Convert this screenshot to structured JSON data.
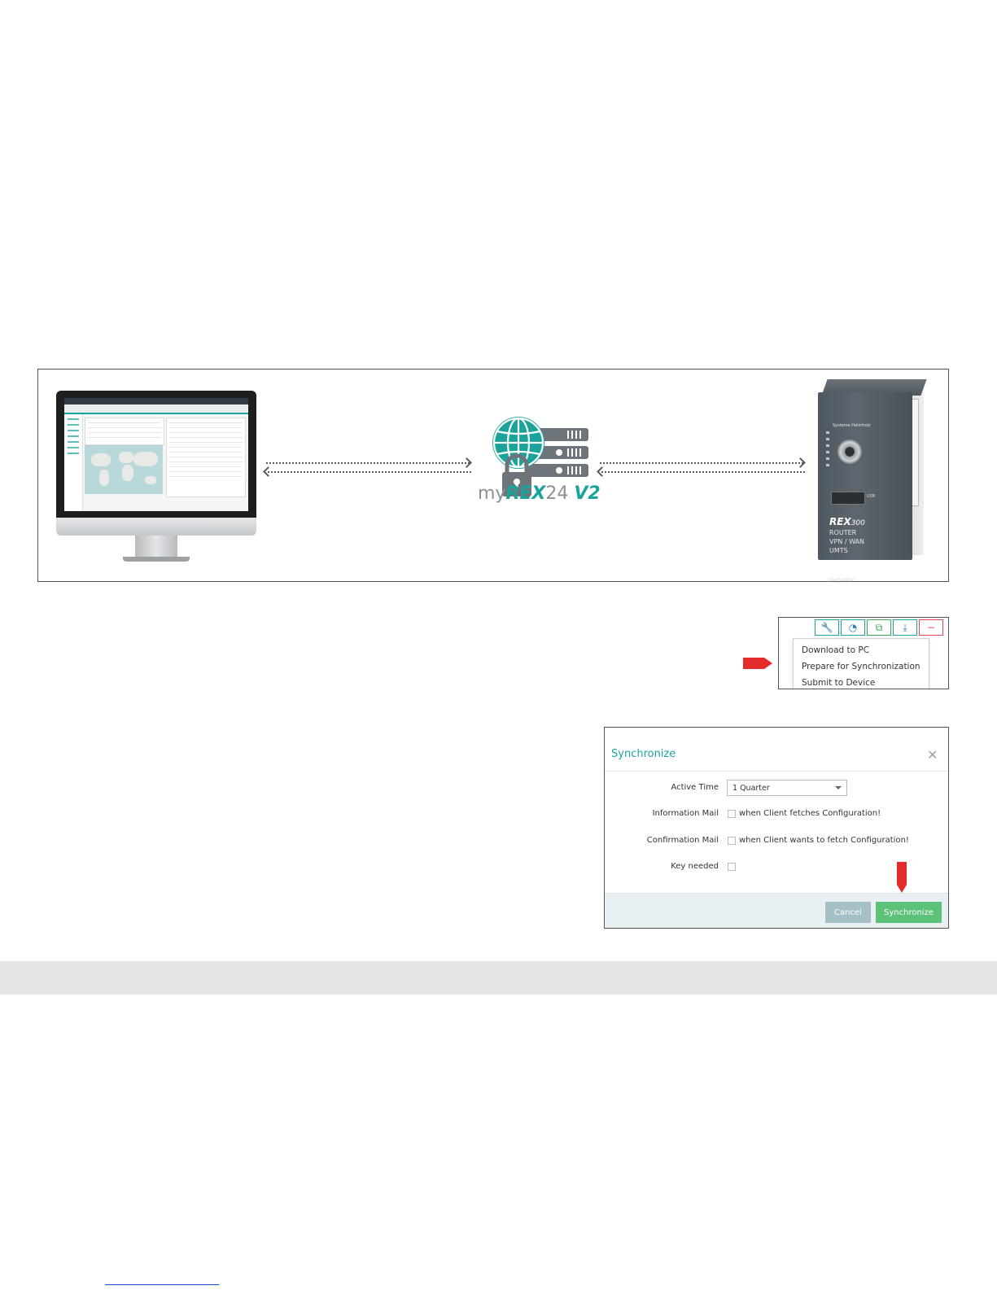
{
  "diagram": {
    "brand_part1": "my",
    "brand_part2": "REX",
    "brand_part3": "24",
    "brand_part4": "V2",
    "router": {
      "maker": "Systeme Helmholz",
      "model_prefix": "REX",
      "model_number": "300",
      "line1": "ROUTER",
      "line2": "VPN / WAN",
      "line3": "UMTS",
      "usb_label": "USB",
      "part_number": "700-875-UMT02"
    },
    "icons": [
      "monitor-icon",
      "server-lock-icon",
      "router-device-icon"
    ]
  },
  "menu": {
    "toolbar_icons": [
      "wrench-icon",
      "dashboard-icon",
      "copy-icon",
      "download-icon",
      "minus-icon"
    ],
    "items": [
      "Download to PC",
      "Prepare for Synchronization",
      "Submit to Device"
    ],
    "accent_color": "#1aa39a",
    "danger_color": "#e0484f"
  },
  "dialog": {
    "title": "Synchronize",
    "active_time_label": "Active Time",
    "active_time_value": "1 Quarter",
    "info_mail_label": "Information Mail",
    "info_mail_text": "when Client fetches Configuration!",
    "confirm_mail_label": "Confirmation Mail",
    "confirm_mail_text": "when Client wants to fetch Configuration!",
    "key_needed_label": "Key needed",
    "cancel_label": "Cancel",
    "sync_label": "Synchronize",
    "title_color": "#1aa39a",
    "sync_button_color": "#5cc27a",
    "cancel_button_color": "#a5c0c6"
  },
  "pointer_color": "#e32b2b"
}
